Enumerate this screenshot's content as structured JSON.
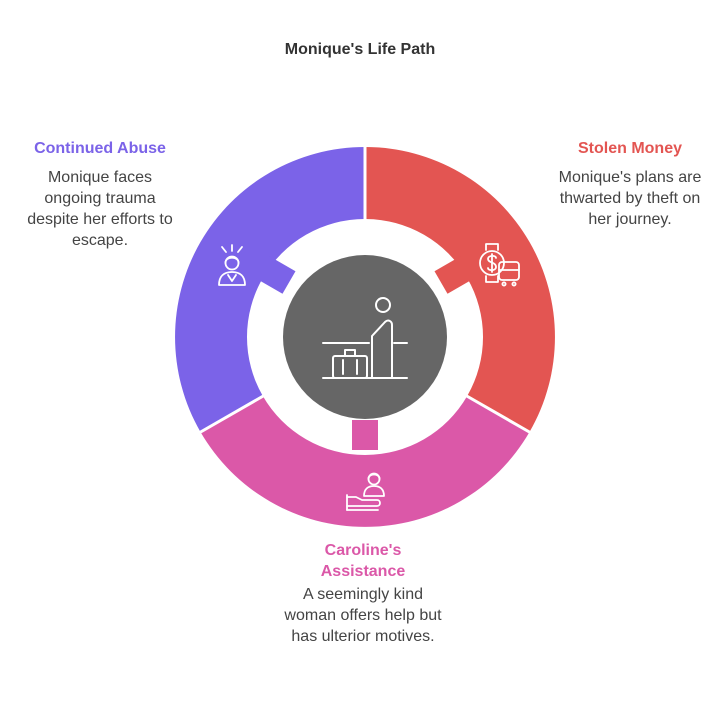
{
  "title": "Monique's Life Path",
  "colors": {
    "abuse": "#7B63E8",
    "money": "#E35552",
    "assistance": "#DB58A8",
    "center": "#666666"
  },
  "segments": {
    "abuse": {
      "heading": "Continued Abuse",
      "description": "Monique faces ongoing trauma despite her efforts to escape.",
      "icon": "distressed-person-icon"
    },
    "money": {
      "heading": "Stolen Money",
      "description": "Monique's plans are thwarted by theft on her journey.",
      "icon": "money-bus-icon"
    },
    "assistance": {
      "heading": "Caroline's Assistance",
      "description": "A seemingly kind woman offers help but has ulterior motives.",
      "icon": "helping-hand-person-icon"
    },
    "center": {
      "icon": "traveler-luggage-icon"
    }
  }
}
